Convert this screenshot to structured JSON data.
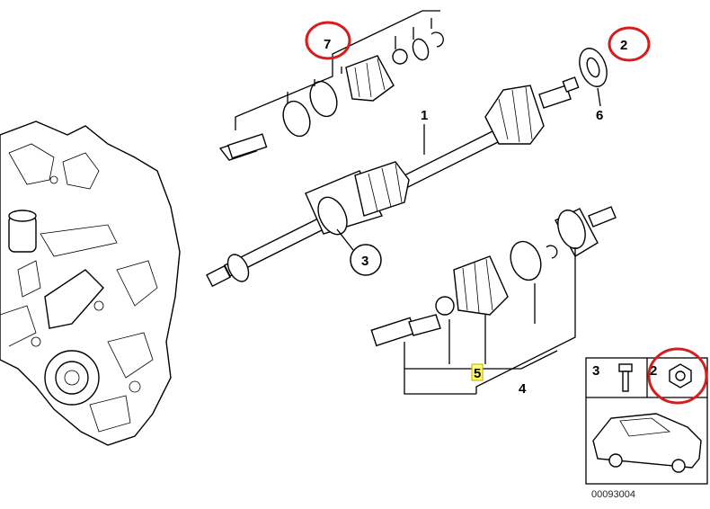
{
  "diagram": {
    "callouts": {
      "c1": "1",
      "c2_top": "2",
      "c3_mid": "3",
      "c4": "4",
      "c5": "5",
      "c6": "6",
      "c7": "7",
      "inset_3": "3",
      "inset_2": "2"
    },
    "catalog_code": "00093004",
    "highlight_color": "#d81b1b",
    "marker_color": "#ffff66"
  }
}
